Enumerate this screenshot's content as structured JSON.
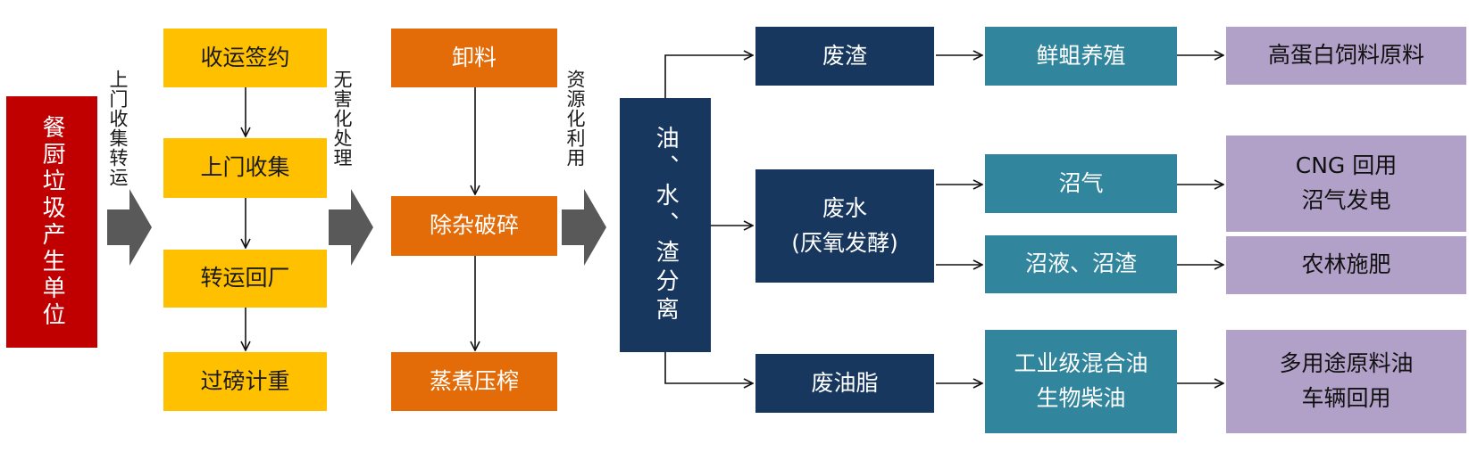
{
  "source": "餐厨垃圾产生单位",
  "step_labels": [
    "上门收集转运",
    "无害化处理",
    "资源化利用"
  ],
  "collection": [
    "收运签约",
    "上门收集",
    "转运回厂",
    "过磅计重"
  ],
  "treatment": [
    "卸料",
    "除杂破碎",
    "蒸煮压榨"
  ],
  "separation": "油、水、渣分离",
  "categories": {
    "residue": "废渣",
    "water": [
      "废水",
      "(厌氧发酵)"
    ],
    "grease": "废油脂"
  },
  "products": {
    "maggot": "鲜蛆养殖",
    "biogas": "沼气",
    "slurry": "沼液、沼渣",
    "oil": [
      "工业级混合油",
      "生物柴油"
    ]
  },
  "uses": {
    "feed": "高蛋白饲料原料",
    "cng": [
      "CNG 回用",
      "沼气发电"
    ],
    "fertilizer": "农林施肥",
    "multi": [
      "多用途原料油",
      "车辆回用"
    ]
  },
  "colors": {
    "source": "#C00000",
    "collection": "#FFC000",
    "treatment": "#E36C09",
    "separation": "#17375E",
    "product": "#31859C",
    "use": "#B1A0C7",
    "big_arrow": "#595959"
  }
}
